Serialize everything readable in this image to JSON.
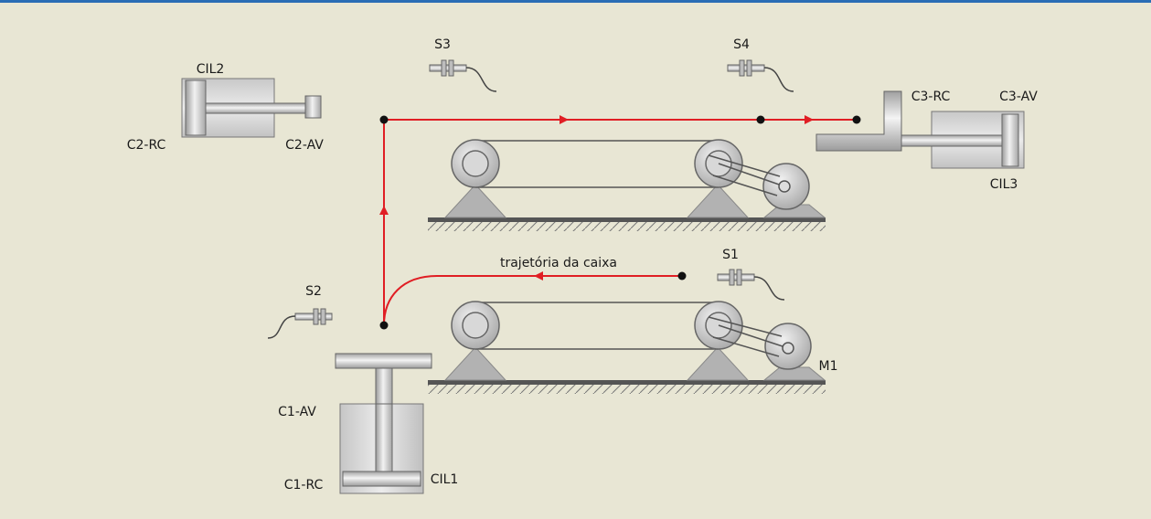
{
  "colors": {
    "background": "#e8e6d4",
    "top_rule": "#2a6db5",
    "path": "#e01e24",
    "node": "#111111",
    "metal_light": "#e2e2e2",
    "metal_dark": "#8e8e8e",
    "support": "#b2b2b2",
    "ground": "#555555"
  },
  "labels": {
    "cil1": "CIL1",
    "c1_av": "C1-AV",
    "c1_rc": "C1-RC",
    "cil2": "CIL2",
    "c2_rc": "C2-RC",
    "c2_av": "C2-AV",
    "cil3": "CIL3",
    "c3_rc": "C3-RC",
    "c3_av": "C3-AV",
    "s1": "S1",
    "s2": "S2",
    "s3": "S3",
    "s4": "S4",
    "m1": "M1",
    "path_label": "trajetória da caixa"
  },
  "icons": {
    "cylinder": "pneumatic-cylinder-icon",
    "sensor": "proximity-sensor-icon",
    "motor": "motor-pulley-icon",
    "conveyor": "conveyor-belt-icon"
  }
}
